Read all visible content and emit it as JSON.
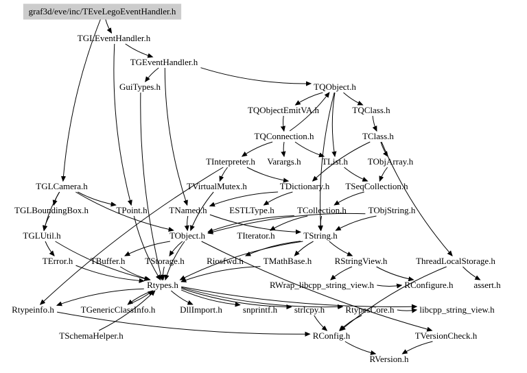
{
  "graph": {
    "root": "graf3d/eve/inc/TEveLegoEventHandler.h",
    "colors": {
      "root_fill": "#cccccc",
      "edge": "#000000",
      "text": "#000000"
    },
    "nodes": [
      {
        "id": "n0",
        "label": "graf3d/eve/inc/TEveLegoEventHandler.h"
      },
      {
        "id": "n1",
        "label": "TGLEventHandler.h"
      },
      {
        "id": "n2",
        "label": "TGEventHandler.h"
      },
      {
        "id": "n3",
        "label": "GuiTypes.h"
      },
      {
        "id": "n4",
        "label": "TQObject.h"
      },
      {
        "id": "n5",
        "label": "TQObjectEmitVA.h"
      },
      {
        "id": "n6",
        "label": "TQClass.h"
      },
      {
        "id": "n7",
        "label": "TQConnection.h"
      },
      {
        "id": "n8",
        "label": "TClass.h"
      },
      {
        "id": "n9",
        "label": "TInterpreter.h"
      },
      {
        "id": "n10",
        "label": "Varargs.h"
      },
      {
        "id": "n11",
        "label": "TList.h"
      },
      {
        "id": "n12",
        "label": "TObjArray.h"
      },
      {
        "id": "n13",
        "label": "TGLCamera.h"
      },
      {
        "id": "n14",
        "label": "TVirtualMutex.h"
      },
      {
        "id": "n15",
        "label": "TDictionary.h"
      },
      {
        "id": "n16",
        "label": "TSeqCollection.h"
      },
      {
        "id": "n17",
        "label": "TGLBoundingBox.h"
      },
      {
        "id": "n18",
        "label": "TPoint.h"
      },
      {
        "id": "n19",
        "label": "TNamed.h"
      },
      {
        "id": "n20",
        "label": "ESTLType.h"
      },
      {
        "id": "n21",
        "label": "TCollection.h"
      },
      {
        "id": "n22",
        "label": "TObjString.h"
      },
      {
        "id": "n23",
        "label": "TGLUtil.h"
      },
      {
        "id": "n24",
        "label": "TObject.h"
      },
      {
        "id": "n25",
        "label": "TIterator.h"
      },
      {
        "id": "n26",
        "label": "TString.h"
      },
      {
        "id": "n27",
        "label": "TError.h"
      },
      {
        "id": "n28",
        "label": "TBuffer.h"
      },
      {
        "id": "n29",
        "label": "TStorage.h"
      },
      {
        "id": "n30",
        "label": "Riosfwd.h"
      },
      {
        "id": "n31",
        "label": "TMathBase.h"
      },
      {
        "id": "n32",
        "label": "RStringView.h"
      },
      {
        "id": "n33",
        "label": "ThreadLocalStorage.h"
      },
      {
        "id": "n34",
        "label": "Rtypes.h"
      },
      {
        "id": "n35",
        "label": "RWrap_libcpp_string_view.h"
      },
      {
        "id": "n36",
        "label": "RConfigure.h"
      },
      {
        "id": "n37",
        "label": "assert.h"
      },
      {
        "id": "n38",
        "label": "Rtypeinfo.h"
      },
      {
        "id": "n39",
        "label": "TGenericClassInfo.h"
      },
      {
        "id": "n40",
        "label": "DllImport.h"
      },
      {
        "id": "n41",
        "label": "snprintf.h"
      },
      {
        "id": "n42",
        "label": "strlcpy.h"
      },
      {
        "id": "n43",
        "label": "RtypesCore.h"
      },
      {
        "id": "n44",
        "label": "libcpp_string_view.h"
      },
      {
        "id": "n45",
        "label": "TSchemaHelper.h"
      },
      {
        "id": "n46",
        "label": "RConfig.h"
      },
      {
        "id": "n47",
        "label": "TVersionCheck.h"
      },
      {
        "id": "n48",
        "label": "RVersion.h"
      }
    ],
    "edges": [
      [
        "n0",
        "n1"
      ],
      [
        "n0",
        "n13"
      ],
      [
        "n1",
        "n2"
      ],
      [
        "n1",
        "n18"
      ],
      [
        "n2",
        "n3"
      ],
      [
        "n2",
        "n4"
      ],
      [
        "n2",
        "n19"
      ],
      [
        "n3",
        "n34"
      ],
      [
        "n4",
        "n5"
      ],
      [
        "n4",
        "n6"
      ],
      [
        "n4",
        "n11"
      ],
      [
        "n4",
        "n26"
      ],
      [
        "n5",
        "n7"
      ],
      [
        "n6",
        "n8"
      ],
      [
        "n7",
        "n9"
      ],
      [
        "n7",
        "n10"
      ],
      [
        "n7",
        "n11"
      ],
      [
        "n7",
        "n4"
      ],
      [
        "n8",
        "n15"
      ],
      [
        "n8",
        "n12"
      ],
      [
        "n8",
        "n33"
      ],
      [
        "n9",
        "n14"
      ],
      [
        "n9",
        "n15"
      ],
      [
        "n9",
        "n38"
      ],
      [
        "n11",
        "n16"
      ],
      [
        "n12",
        "n16"
      ],
      [
        "n13",
        "n17"
      ],
      [
        "n13",
        "n18"
      ],
      [
        "n13",
        "n23"
      ],
      [
        "n13",
        "n24"
      ],
      [
        "n14",
        "n24"
      ],
      [
        "n15",
        "n19"
      ],
      [
        "n15",
        "n20"
      ],
      [
        "n16",
        "n21"
      ],
      [
        "n17",
        "n23"
      ],
      [
        "n18",
        "n34"
      ],
      [
        "n19",
        "n24"
      ],
      [
        "n19",
        "n26"
      ],
      [
        "n21",
        "n24"
      ],
      [
        "n21",
        "n25"
      ],
      [
        "n21",
        "n26"
      ],
      [
        "n22",
        "n24"
      ],
      [
        "n22",
        "n26"
      ],
      [
        "n23",
        "n27"
      ],
      [
        "n23",
        "n34"
      ],
      [
        "n24",
        "n28"
      ],
      [
        "n24",
        "n29"
      ],
      [
        "n24",
        "n34"
      ],
      [
        "n24",
        "n47"
      ],
      [
        "n26",
        "n30"
      ],
      [
        "n26",
        "n31"
      ],
      [
        "n26",
        "n32"
      ],
      [
        "n26",
        "n34"
      ],
      [
        "n27",
        "n34"
      ],
      [
        "n28",
        "n34"
      ],
      [
        "n29",
        "n34"
      ],
      [
        "n31",
        "n34"
      ],
      [
        "n32",
        "n35"
      ],
      [
        "n32",
        "n36"
      ],
      [
        "n33",
        "n37"
      ],
      [
        "n33",
        "n46"
      ],
      [
        "n34",
        "n38"
      ],
      [
        "n34",
        "n39"
      ],
      [
        "n34",
        "n40"
      ],
      [
        "n34",
        "n41"
      ],
      [
        "n34",
        "n42"
      ],
      [
        "n34",
        "n43"
      ],
      [
        "n34",
        "n44"
      ],
      [
        "n35",
        "n36"
      ],
      [
        "n38",
        "n46"
      ],
      [
        "n39",
        "n34"
      ],
      [
        "n43",
        "n44"
      ],
      [
        "n45",
        "n34"
      ],
      [
        "n42",
        "n46"
      ],
      [
        "n43",
        "n46"
      ],
      [
        "n46",
        "n48"
      ],
      [
        "n47",
        "n48"
      ]
    ]
  }
}
